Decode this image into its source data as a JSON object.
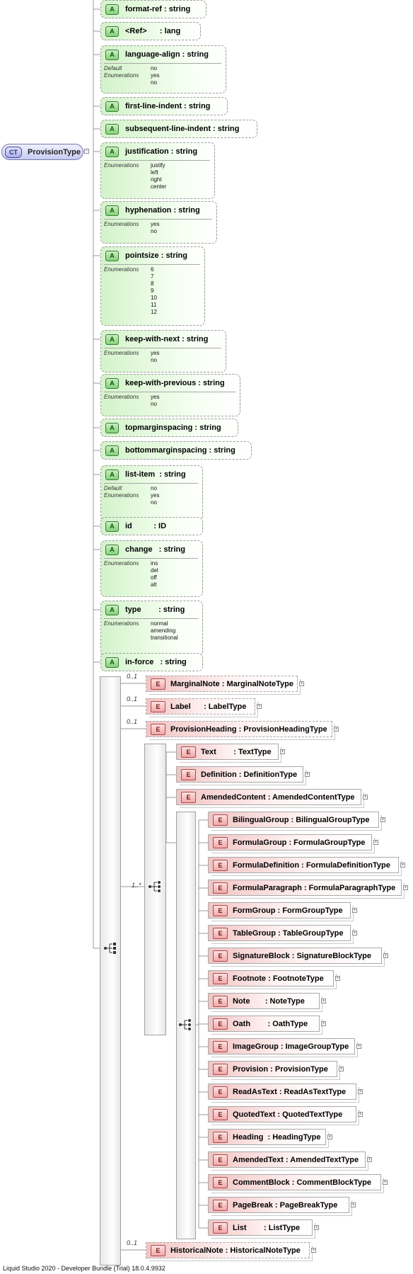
{
  "root": {
    "badge": "CT",
    "name": "ProvisionType"
  },
  "colors": {
    "attribute": "#d3f3c9",
    "element": "#f2c4c4",
    "complexType": "#c8ccf2"
  },
  "attributes": [
    {
      "badge": "A",
      "label": "format-ref : string"
    },
    {
      "badge": "A",
      "label": "<Ref>      : lang"
    },
    {
      "badge": "A",
      "label": "language-align : string",
      "facets": [
        {
          "key": "Default",
          "values": [
            "no"
          ]
        },
        {
          "key": "Enumerations",
          "values": [
            "yes",
            "no"
          ]
        }
      ]
    },
    {
      "badge": "A",
      "label": "first-line-indent : string"
    },
    {
      "badge": "A",
      "label": "subsequent-line-indent : string"
    },
    {
      "badge": "A",
      "label": "justification : string",
      "facets": [
        {
          "key": "Enumerations",
          "values": [
            "justify",
            "left",
            "right",
            "center"
          ]
        }
      ]
    },
    {
      "badge": "A",
      "label": "hyphenation : string",
      "facets": [
        {
          "key": "Enumerations",
          "values": [
            "yes",
            "no"
          ]
        }
      ]
    },
    {
      "badge": "A",
      "label": "pointsize : string",
      "facets": [
        {
          "key": "Enumerations",
          "values": [
            "6",
            "7",
            "8",
            "9",
            "10",
            "11",
            "12"
          ]
        }
      ]
    },
    {
      "badge": "A",
      "label": "keep-with-next : string",
      "facets": [
        {
          "key": "Enumerations",
          "values": [
            "yes",
            "no"
          ]
        }
      ]
    },
    {
      "badge": "A",
      "label": "keep-with-previous : string",
      "facets": [
        {
          "key": "Enumerations",
          "values": [
            "yes",
            "no"
          ]
        }
      ]
    },
    {
      "badge": "A",
      "label": "topmarginspacing : string"
    },
    {
      "badge": "A",
      "label": "bottommarginspacing : string"
    },
    {
      "badge": "A",
      "label": "list-item  : string",
      "facets": [
        {
          "key": "Default",
          "values": [
            "no"
          ]
        },
        {
          "key": "Enumerations",
          "values": [
            "yes",
            "no"
          ]
        }
      ]
    },
    {
      "badge": "A",
      "label": "id          : ID"
    },
    {
      "badge": "A",
      "label": "change   : string",
      "facets": [
        {
          "key": "Enumerations",
          "values": [
            "ins",
            "del",
            "off",
            "alt"
          ]
        }
      ]
    },
    {
      "badge": "A",
      "label": "type        : string",
      "facets": [
        {
          "key": "Enumerations",
          "values": [
            "normal",
            "amending",
            "transitional"
          ]
        }
      ]
    },
    {
      "badge": "A",
      "label": "in-force   : string"
    }
  ],
  "sequence_elements": [
    {
      "badge": "E",
      "label": "MarginalNote : MarginalNoteType",
      "card": "0..1"
    },
    {
      "badge": "E",
      "label": "Label      : LabelType",
      "card": "0..1"
    },
    {
      "badge": "E",
      "label": "ProvisionHeading : ProvisionHeadingType",
      "card": "0..1"
    }
  ],
  "choice_card": "1..*",
  "choice_elements": [
    {
      "badge": "E",
      "label": "Text        : TextType"
    },
    {
      "badge": "E",
      "label": "Definition : DefinitionType"
    },
    {
      "badge": "E",
      "label": "AmendedContent : AmendedContentType"
    }
  ],
  "inner_choice_elements": [
    {
      "badge": "E",
      "label": "BilingualGroup : BilingualGroupType"
    },
    {
      "badge": "E",
      "label": "FormulaGroup : FormulaGroupType"
    },
    {
      "badge": "E",
      "label": "FormulaDefinition : FormulaDefinitionType"
    },
    {
      "badge": "E",
      "label": "FormulaParagraph : FormulaParagraphType"
    },
    {
      "badge": "E",
      "label": "FormGroup : FormGroupType"
    },
    {
      "badge": "E",
      "label": "TableGroup : TableGroupType"
    },
    {
      "badge": "E",
      "label": "SignatureBlock : SignatureBlockType"
    },
    {
      "badge": "E",
      "label": "Footnote : FootnoteType"
    },
    {
      "badge": "E",
      "label": "Note       : NoteType"
    },
    {
      "badge": "E",
      "label": "Oath        : OathType"
    },
    {
      "badge": "E",
      "label": "ImageGroup : ImageGroupType"
    },
    {
      "badge": "E",
      "label": "Provision : ProvisionType"
    },
    {
      "badge": "E",
      "label": "ReadAsText : ReadAsTextType"
    },
    {
      "badge": "E",
      "label": "QuotedText : QuotedTextType"
    },
    {
      "badge": "E",
      "label": "Heading  : HeadingType"
    },
    {
      "badge": "E",
      "label": "AmendedText : AmendedTextType"
    },
    {
      "badge": "E",
      "label": "CommentBlock : CommentBlockType"
    },
    {
      "badge": "E",
      "label": "PageBreak : PageBreakType"
    },
    {
      "badge": "E",
      "label": "List        : ListType"
    }
  ],
  "last_element": {
    "badge": "E",
    "label": "HistoricalNote : HistoricalNoteType",
    "card": "0..1"
  },
  "footer": "Liquid Studio 2020 - Developer Bundle (Trial) 18.0.4.9932"
}
